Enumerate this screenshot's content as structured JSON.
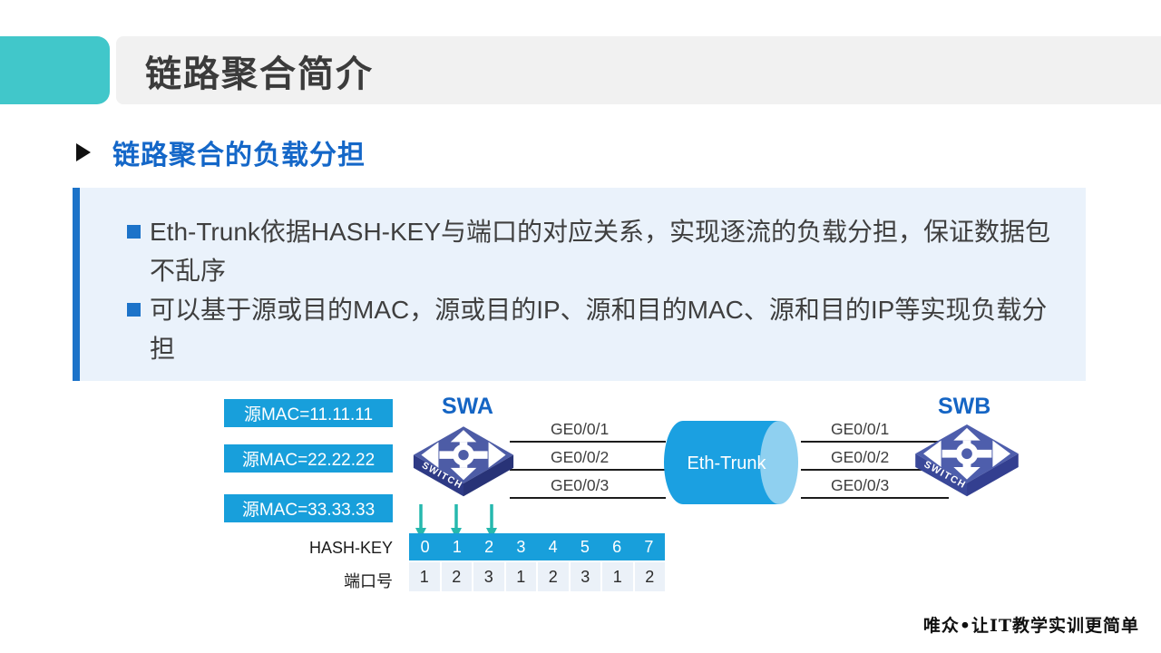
{
  "slide": {
    "title": "链路聚合简介",
    "subtitle": "链路聚合的负载分担",
    "footer": "唯众•让IT教学实训更简单"
  },
  "content_box": {
    "bullets": [
      "Eth-Trunk依据HASH-KEY与端口的对应关系，实现逐流的负载分担，保证数据包不乱序",
      "可以基于源或目的MAC，源或目的IP、源和目的MAC、源和目的IP等实现负载分担"
    ]
  },
  "diagram": {
    "mac_labels": [
      "源MAC=11.11.11",
      "源MAC=22.22.22",
      "源MAC=33.33.33"
    ],
    "switch_a": {
      "name": "SWA",
      "device_label": "SWITCH"
    },
    "switch_b": {
      "name": "SWB",
      "device_label": "SWITCH"
    },
    "trunk_label": "Eth-Trunk",
    "ports_left": [
      "GE0/0/1",
      "GE0/0/2",
      "GE0/0/3"
    ],
    "ports_right": [
      "GE0/0/1",
      "GE0/0/2",
      "GE0/0/3"
    ],
    "hash_table": {
      "row1_label": "HASH-KEY",
      "row2_label": "端口号",
      "hash_keys": [
        "0",
        "1",
        "2",
        "3",
        "4",
        "5",
        "6",
        "7"
      ],
      "port_numbers": [
        "1",
        "2",
        "3",
        "1",
        "2",
        "3",
        "1",
        "2"
      ]
    }
  },
  "colors": {
    "teal_accent": "#41C7CA",
    "title_bar_bg": "#F1F1F1",
    "heading_blue": "#1467C8",
    "box_bg": "#EAF2FB",
    "box_accent": "#1C73C9",
    "label_blue": "#189FDB",
    "trunk_body": "#1BA0E1",
    "trunk_face": "#8FD0F0",
    "switch_navy": "#2E3A85",
    "arrow_teal": "#26B8AE"
  }
}
